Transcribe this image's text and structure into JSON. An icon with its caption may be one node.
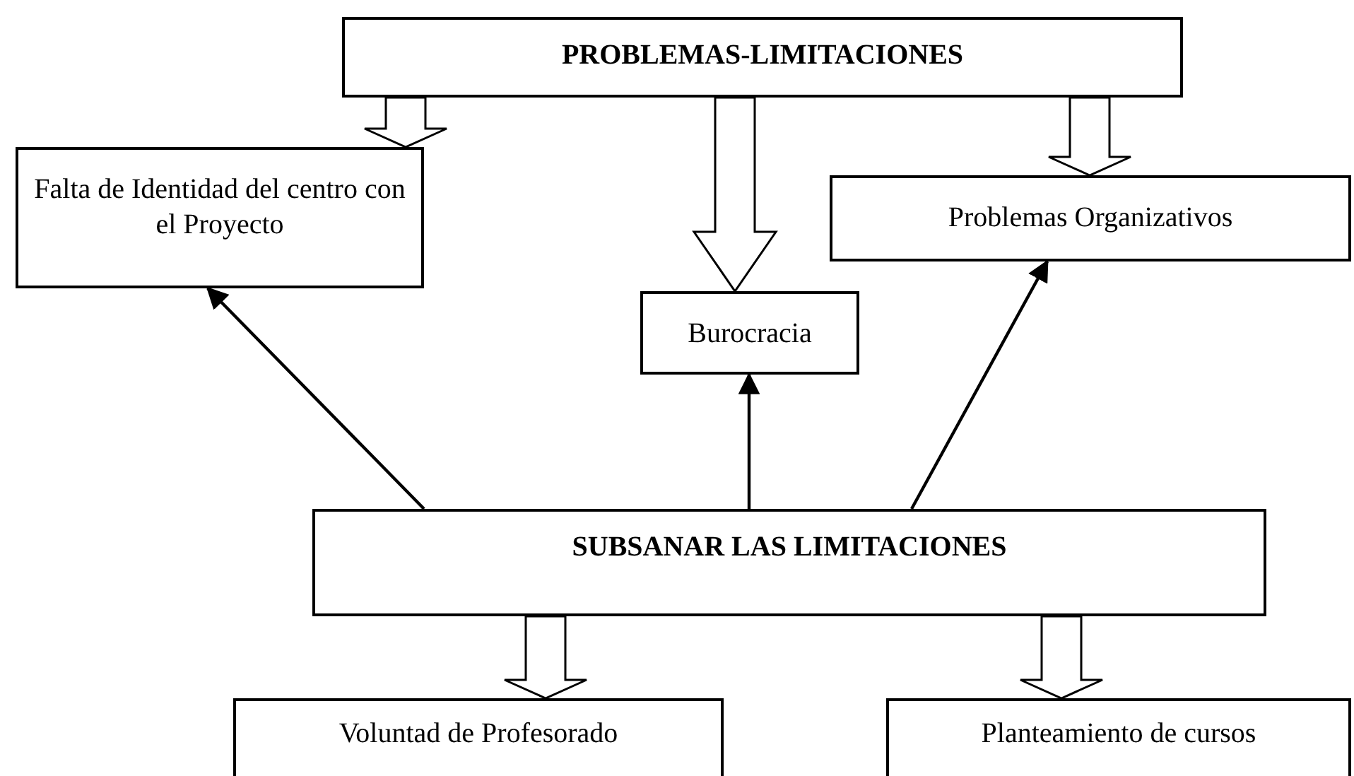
{
  "diagram": {
    "nodes": [
      {
        "text": [
          "PROBLEMAS-LIMITACIONES"
        ]
      },
      {
        "text": [
          "Falta de Identidad del centro con el Proyecto"
        ]
      },
      {
        "text": [
          "Problemas Organizativos"
        ]
      },
      {
        "text": [
          "Burocracia"
        ]
      },
      {
        "text": [
          "SUBSANAR LAS LIMITACIONES"
        ]
      },
      {
        "text": [
          "Voluntad de Profesorado"
        ]
      },
      {
        "text": [
          "Planteamiento de cursos"
        ]
      }
    ],
    "edges": [
      {
        "from": 0,
        "to": 1,
        "arrow": "to",
        "style": "thick"
      },
      {
        "from": 0,
        "to": 3,
        "arrow": "to",
        "style": "thick"
      },
      {
        "from": 0,
        "to": 2,
        "arrow": "to",
        "style": "thick"
      },
      {
        "from": 4,
        "to": 1,
        "arrow": "to"
      },
      {
        "from": 4,
        "to": 3,
        "arrow": "to"
      },
      {
        "from": 4,
        "to": 2,
        "arrow": "to"
      },
      {
        "from": 4,
        "to": 5,
        "arrow": "to",
        "style": "thick"
      },
      {
        "from": 4,
        "to": 6,
        "arrow": "to",
        "style": "thick"
      }
    ]
  }
}
